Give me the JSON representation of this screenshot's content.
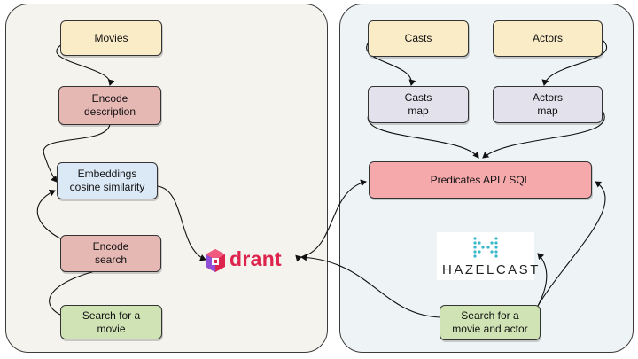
{
  "left": {
    "movies": "Movies",
    "encode_description": "Encode\ndescription",
    "embeddings": "Embeddings\ncosine similarity",
    "encode_search": "Encode\nsearch",
    "search_movie": "Search for a\nmovie"
  },
  "right": {
    "casts": "Casts",
    "actors": "Actors",
    "casts_map": "Casts\nmap",
    "actors_map": "Actors\nmap",
    "predicates": "Predicates API / SQL",
    "search_movie_actor": "Search for a\nmovie and actor"
  },
  "logos": {
    "qdrant_text": "drant",
    "hazelcast_text": "HAZELCAST"
  },
  "colors": {
    "qdrant_pink": "#dc244c",
    "qdrant_purple": "#8f4fd6",
    "hazelcast_teal": "#39b8c9"
  }
}
